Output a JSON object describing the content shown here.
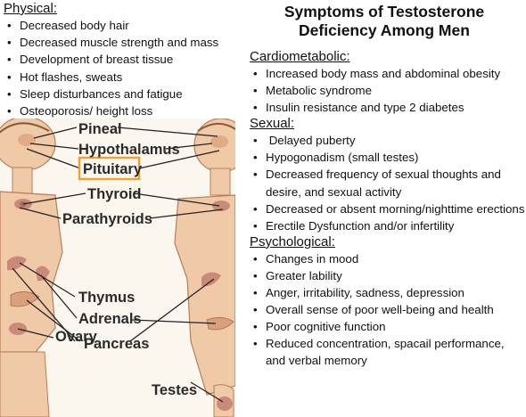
{
  "title_line1": "Symptoms of Testosterone",
  "title_line2": "Deficiency Among Men",
  "physical": {
    "heading": "Physical:",
    "items": [
      "Decreased body hair",
      "Decreased muscle strength and mass",
      "Development of breast tissue",
      "Hot flashes, sweats",
      "Sleep disturbances and fatigue",
      "Osteoporosis/ height loss"
    ]
  },
  "cardiometabolic": {
    "heading": "Cardiometabolic:",
    "items": [
      "Increased body mass and abdominal obesity",
      "Metabolic syndrome",
      "Insulin resistance and type 2 diabetes"
    ]
  },
  "sexual": {
    "heading": "Sexual:",
    "items": [
      " Delayed puberty",
      "Hypogonadism (small testes)",
      "Decreased frequency of sexual thoughts and desire, and sexual activity",
      "Decreased or absent morning/nighttime erections",
      "Erectile Dysfunction and/or infertility"
    ]
  },
  "psychological": {
    "heading": "Psychological:",
    "items": [
      "Changes in mood",
      "Greater lability",
      "Anger, irritability, sadness, depression",
      "Overall sense of poor well-being and health",
      "Poor cognitive function",
      "Reduced concentration, spacail performance, and verbal memory"
    ]
  },
  "diagram_labels": {
    "pineal": "Pineal",
    "hypothalamus": "Hypothalamus",
    "pituitary": "Pituitary",
    "thyroid": "Thyroid",
    "parathyroids": "Parathyroids",
    "thymus": "Thymus",
    "adrenals": "Adrenals",
    "pancreas": "Pancreas",
    "ovary": "Ovary",
    "testes": "Testes"
  },
  "colors": {
    "skin": "#f0c9a6",
    "skin_shade": "#d9a07a",
    "gland": "#c98a7a",
    "highlight_box": "#f0a030",
    "figure_bg": "#fbf7ef"
  }
}
